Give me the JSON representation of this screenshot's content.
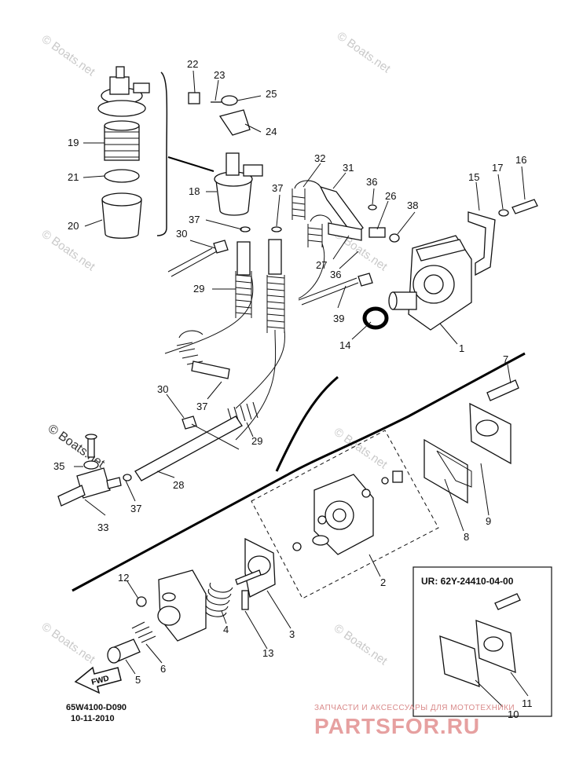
{
  "watermark": "© Boats.net",
  "diagram_code": "65W4100-D090",
  "diagram_date": "10-11-2010",
  "inset_label": "UR: 62Y-24410-04-00",
  "fwd_label": "FWD",
  "brand_subtitle": "ЗАПЧАСТИ И АКСЕССУАРЫ ДЛЯ МОТОТЕХНИКИ",
  "brand_name": "PARTSFOR.RU",
  "callouts": [
    "22",
    "23",
    "25",
    "24",
    "19",
    "21",
    "18",
    "20",
    "37",
    "37",
    "30",
    "29",
    "32",
    "31",
    "36",
    "26",
    "38",
    "27",
    "36",
    "39",
    "15",
    "17",
    "16",
    "14",
    "1",
    "7",
    "30",
    "29",
    "37",
    "28",
    "35",
    "37",
    "33",
    "2",
    "8",
    "9",
    "12",
    "4",
    "3",
    "13",
    "5",
    "6",
    "11",
    "10"
  ]
}
